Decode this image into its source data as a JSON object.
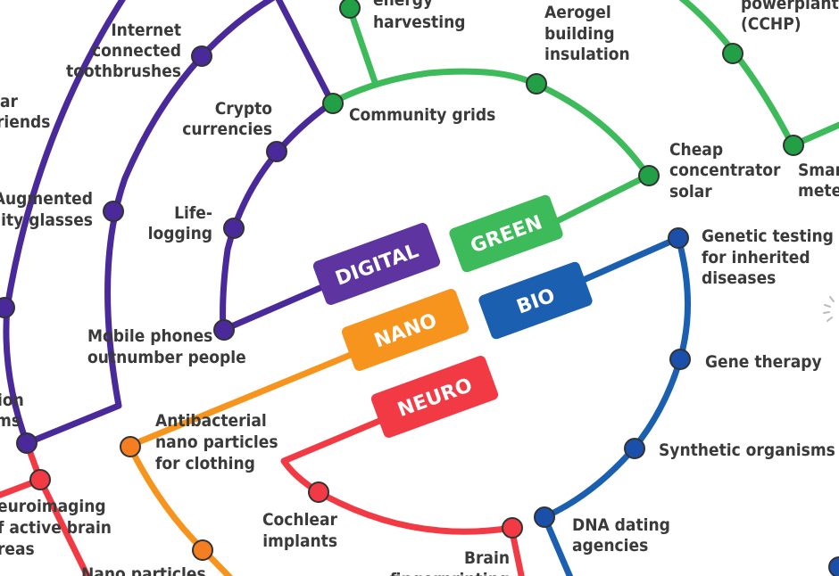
{
  "colors": {
    "digital": "#4a2a9a",
    "green": "#3dba5a",
    "bio": "#1a5fb0",
    "nano": "#f7941d",
    "neuro": "#f23a45",
    "station_green": "#22a045",
    "station_nano": "#f57f20"
  },
  "lines": {
    "digital": "DIGITAL",
    "green": "GREEN",
    "bio": "BIO",
    "nano": "NANO",
    "neuro": "NEURO"
  },
  "stations": {
    "toothbrushes": [
      "Internet",
      "connected",
      "toothbrushes"
    ],
    "friends": [
      "ar",
      "riends"
    ],
    "ar_glasses": [
      "Augmented",
      "lity glasses"
    ],
    "crypto": [
      "Crypto",
      "currencies"
    ],
    "lifelogging": [
      "Life-",
      "logging"
    ],
    "mobile": [
      "Mobile phones",
      "outnumber people"
    ],
    "ion": [
      "ion",
      "ms"
    ],
    "energy": [
      "energy",
      "harvesting"
    ],
    "community": [
      "Community grids"
    ],
    "aerogel": [
      "Aerogel",
      "building",
      "insulation"
    ],
    "cchp": [
      "powerplants",
      "(CCHP)"
    ],
    "solar": [
      "Cheap",
      "concentrator",
      "solar"
    ],
    "smart": [
      "Smar",
      "mete"
    ],
    "genetic": [
      "Genetic testing",
      "for inherited",
      "diseases"
    ],
    "gene_therapy": [
      "Gene therapy"
    ],
    "synthetic": [
      "Synthetic organisms"
    ],
    "dna": [
      "DNA dating",
      "agencies"
    ],
    "antibacterial": [
      "Antibacterial",
      "nano particles",
      "for clothing"
    ],
    "neuroimaging": [
      "euroimaging",
      "f active brain",
      "reas"
    ],
    "nano_particles": [
      "Nano particles"
    ],
    "cochlear": [
      "Cochlear",
      "implants"
    ],
    "brain": [
      "Brain",
      "fingerprinting"
    ]
  }
}
